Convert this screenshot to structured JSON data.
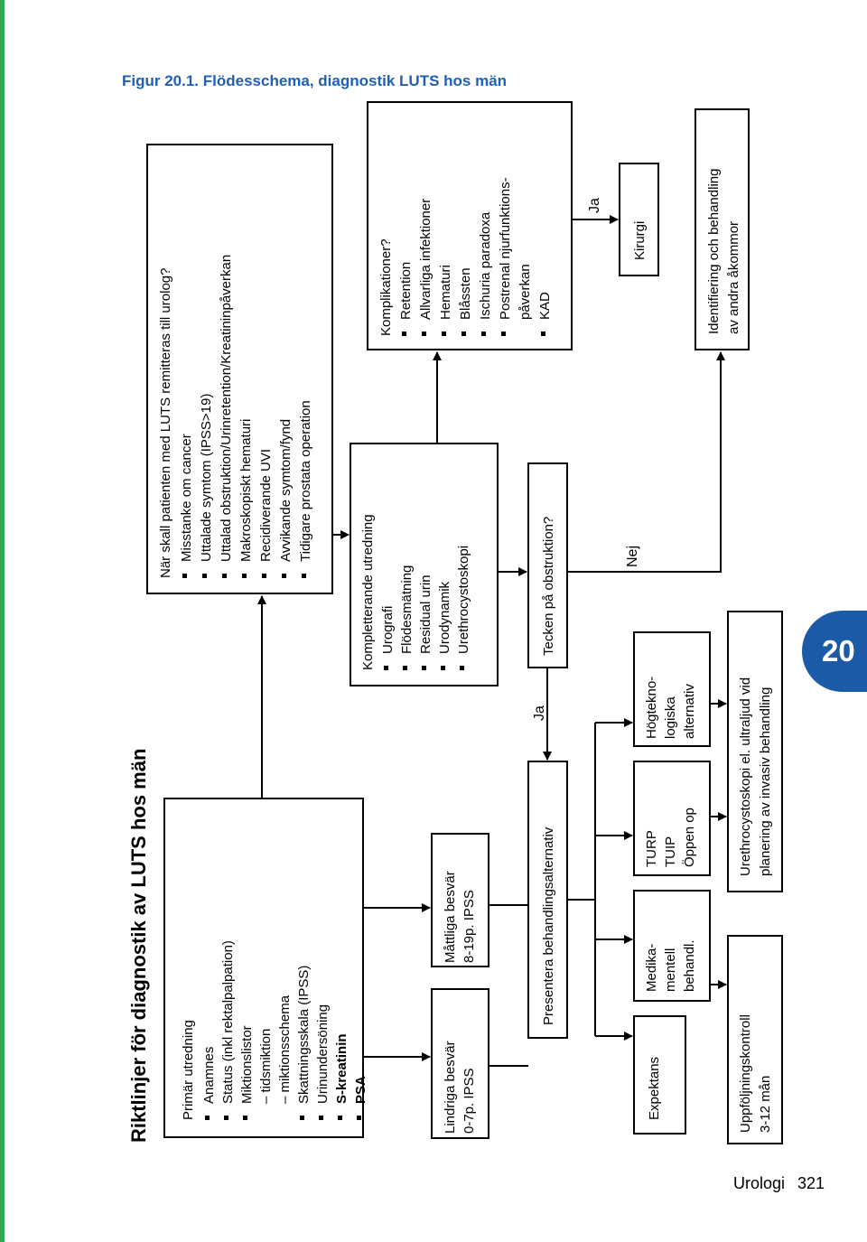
{
  "figure_title": "Figur 20.1. Flödesschema, diagnostik LUTS hos män",
  "chapter_tab": "20",
  "footer": {
    "section": "Urologi",
    "page": "321"
  },
  "diagram": {
    "heading": "Riktlinjer för diagnostik av LUTS hos män",
    "primary_box": {
      "title": "Primär utredning",
      "items": [
        {
          "bullet": true,
          "text": "Anamnes",
          "bold": false
        },
        {
          "bullet": true,
          "text": "Status (inkl rektalpalpation)",
          "bold": false
        },
        {
          "bullet": true,
          "text": "Miktionslistor",
          "bold": false
        },
        {
          "bullet": false,
          "text": "– tidsmiktion",
          "bold": false
        },
        {
          "bullet": false,
          "text": "– miktionsschema",
          "bold": false
        },
        {
          "bullet": true,
          "text": "Skattningsskala (IPSS)",
          "bold": false
        },
        {
          "bullet": true,
          "text": "Urinundersöning",
          "bold": false
        },
        {
          "bullet": true,
          "text": "S-kreatinin",
          "bold": true
        },
        {
          "bullet": true,
          "text": "PSA",
          "bold": true
        }
      ]
    },
    "referral_box": {
      "title": "När skall patienten med LUTS remitteras till urolog?",
      "items": [
        "Misstanke om cancer",
        "Uttalade symtom (IPSS>19)",
        "Uttalad obstruktion/Urinretention/Kreatininpåverkan",
        "Makroskopiskt hematuri",
        "Recidiverande UVI",
        "Avvikande symtom/fynd",
        "Tidigare prostata operation"
      ]
    },
    "mild_box": [
      "Lindriga besvär",
      "0-7p. IPSS"
    ],
    "moderate_box": [
      "Måttliga besvär",
      "8-19p. IPSS"
    ],
    "present_box": "Presentera behandlingsalternativ",
    "complement_box": {
      "title": "Kompletterande utredning",
      "items": [
        "Urografi",
        "Flödesmätning",
        "Residual urin",
        "Urodynamik",
        "Urethrocystoskopi"
      ]
    },
    "obstruction_box": "Tecken på obstruktion?",
    "complications_box": {
      "title": "Komplikationer?",
      "items": [
        "Retention",
        "Allvarliga infektioner",
        "Hematuri",
        "Blåssten",
        "Ischuria paradoxa",
        "Postrenal njurfunktions-",
        "påverkan",
        "KAD"
      ],
      "bullets": [
        true,
        true,
        true,
        true,
        true,
        true,
        false,
        true
      ]
    },
    "surgery_box": "Kirurgi",
    "identify_box": [
      "Identifiering och behandling",
      "av andra åkommor"
    ],
    "expectans_box": "Expektans",
    "medical_box": [
      "Medika-",
      "mentell",
      "behandl."
    ],
    "turp_box": [
      "TURP",
      "TUIP",
      "Öppen op"
    ],
    "hightech_box": [
      "Högtekno-",
      "logiska",
      "alternativ"
    ],
    "followup_box": [
      "Uppföljningskontroll",
      "3-12 mån"
    ],
    "cysto_box": [
      "Urethrocystoskopi el. ultraljud vid",
      "planering av invasiv behandling"
    ],
    "labels": {
      "ja_left": "Ja",
      "nej": "Nej",
      "ja_right": "Ja"
    }
  }
}
